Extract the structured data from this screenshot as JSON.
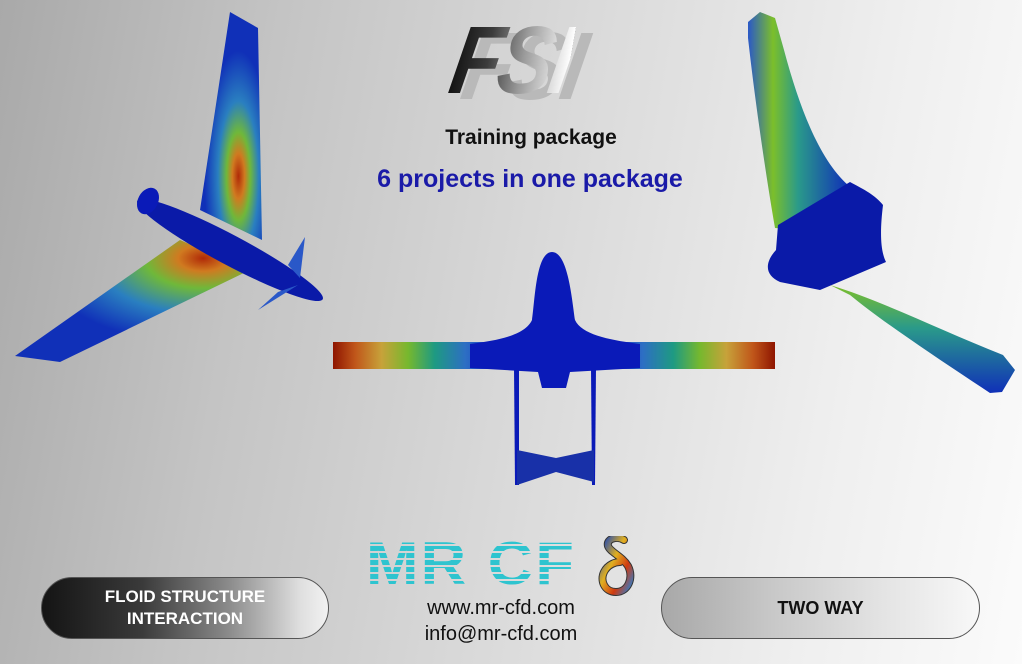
{
  "header": {
    "logo_text": "FSI",
    "subtitle": "Training package",
    "tagline": "6 projects in one package"
  },
  "badges": {
    "left_label_line1": "FLOID STRUCTURE",
    "left_label_line2": "INTERACTION",
    "right_label": "TWO WAY"
  },
  "brand": {
    "logo_text": "MR CF",
    "logo_symbol": "δ",
    "website": "www.mr-cfd.com",
    "email": "info@mr-cfd.com",
    "logo_color": "#2ec4cf"
  },
  "images": [
    {
      "name": "swept-wing-uav-contour",
      "position": "top-left"
    },
    {
      "name": "straight-wing-uav-contour",
      "position": "center"
    },
    {
      "name": "flying-wing-contour",
      "position": "top-right"
    }
  ],
  "colors": {
    "tagline": "#1a1aa8",
    "contour_low": "#0a1fb0",
    "contour_mid": "#7cbf2a",
    "contour_high": "#9a1b00"
  }
}
